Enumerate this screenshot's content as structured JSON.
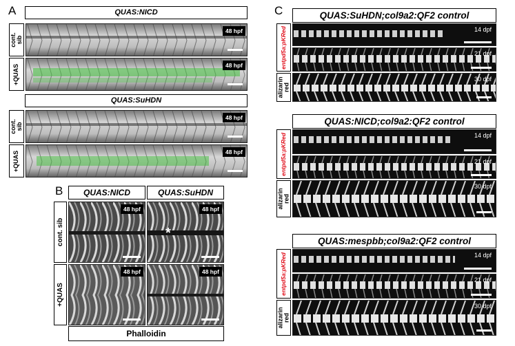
{
  "panel_letters": {
    "a": "A",
    "b": "B",
    "c": "C"
  },
  "panel_a": {
    "header_top": "QUAS:NICD",
    "header_bottom": "QUAS:SuHDN",
    "row_labels": {
      "control": "cont.\nsib",
      "quas": "+QUAS"
    },
    "time_tag": "48 hpf"
  },
  "panel_b": {
    "col_headers": [
      "QUAS:NICD",
      "QUAS:SuHDN"
    ],
    "row_labels": [
      "cont. sib",
      "+QUAS"
    ],
    "time_tag": "48 hpf",
    "asterisk": "*",
    "footer": "Phalloidin"
  },
  "panel_c": {
    "groups": [
      {
        "header": "QUAS:SuHDN;col9a2:QF2 control"
      },
      {
        "header": "QUAS:NICD;col9a2:QF2 control"
      },
      {
        "header": "QUAS:mespbb;col9a2:QF2 control"
      }
    ],
    "side_red": "entpd5a:pKRed",
    "side_alizarin": "alizarin\nred",
    "times": [
      "14 dpf",
      "21 dpf",
      "30 dpf"
    ]
  },
  "colors": {
    "fluor_green": "#3fbf3a",
    "reporter_red": "#e0101c"
  }
}
